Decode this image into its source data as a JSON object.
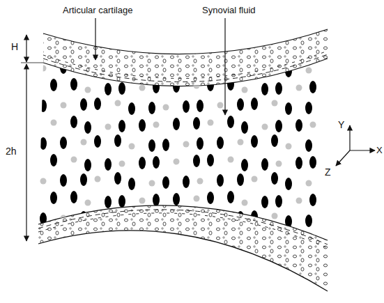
{
  "diagram": {
    "labels": [
      "Articular cartilage",
      "Synovial fluid",
      "H",
      "2h",
      "Y",
      "X",
      "Z"
    ]
  }
}
